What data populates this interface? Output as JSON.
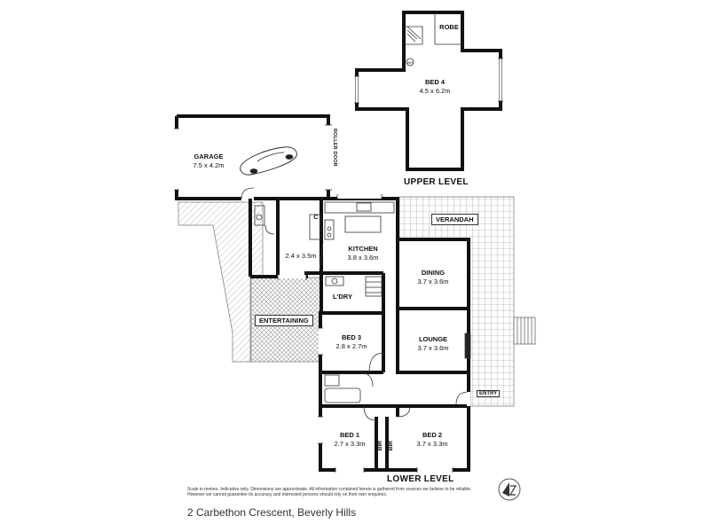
{
  "rooms": {
    "bed4": {
      "name": "BED 4",
      "dims": "4.5 x 6.2m"
    },
    "robe": "ROBE",
    "garage": {
      "name": "GARAGE",
      "dims": "7.5 x 4.2m"
    },
    "roller_door": "ROLLER DOOR",
    "c": "C",
    "room_unnamed": {
      "dims": "2.4 x 3.5m"
    },
    "kitchen": {
      "name": "KITCHEN",
      "dims": "3.8 x 3.6m"
    },
    "verandah": "VERANDAH",
    "dining": {
      "name": "DINING",
      "dims": "3.7 x 3.6m"
    },
    "ldry": "L'DRY",
    "entertaining": "ENTERTAINING",
    "bed3": {
      "name": "BED 3",
      "dims": "2.8 x 2.7m"
    },
    "lounge": {
      "name": "LOUNGE",
      "dims": "3.7 x 3.6m"
    },
    "entry": "ENTRY",
    "bed1": {
      "name": "BED 1",
      "dims": "2.7 x 3.3m"
    },
    "bed2": {
      "name": "BED 2",
      "dims": "3.7 x 3.3m"
    },
    "bir": "BIR",
    "wh": "WH"
  },
  "levels": {
    "upper": "UPPER LEVEL",
    "lower": "LOWER LEVEL"
  },
  "disclaimer": "Scale in metres. Indicative only. Dimensions are approximate. All information contained herein is gathered from sources we believe to be reliable. However we cannot guarantee its accuracy and interested persons should rely on their own enquiries.",
  "address": "2 Carbethon Crescent, Beverly Hills"
}
